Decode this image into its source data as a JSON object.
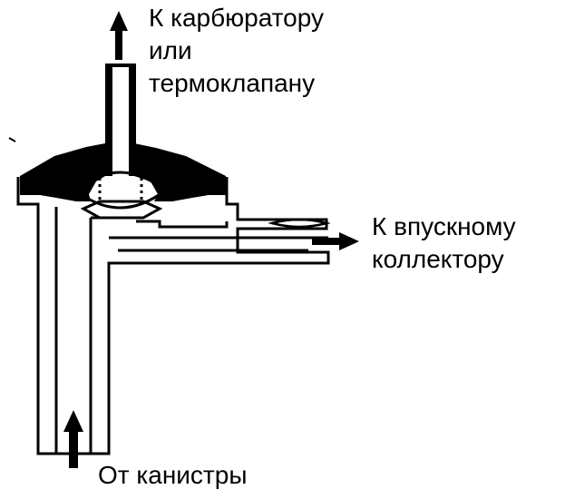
{
  "labels": {
    "to_carburetor": [
      "К карбюратору",
      "или",
      "термоклапану"
    ],
    "to_intake": [
      "К впускному",
      "коллектору"
    ],
    "from_canister": [
      "От канистры"
    ]
  },
  "colors": {
    "ink": "#000000",
    "paper": "#ffffff"
  }
}
